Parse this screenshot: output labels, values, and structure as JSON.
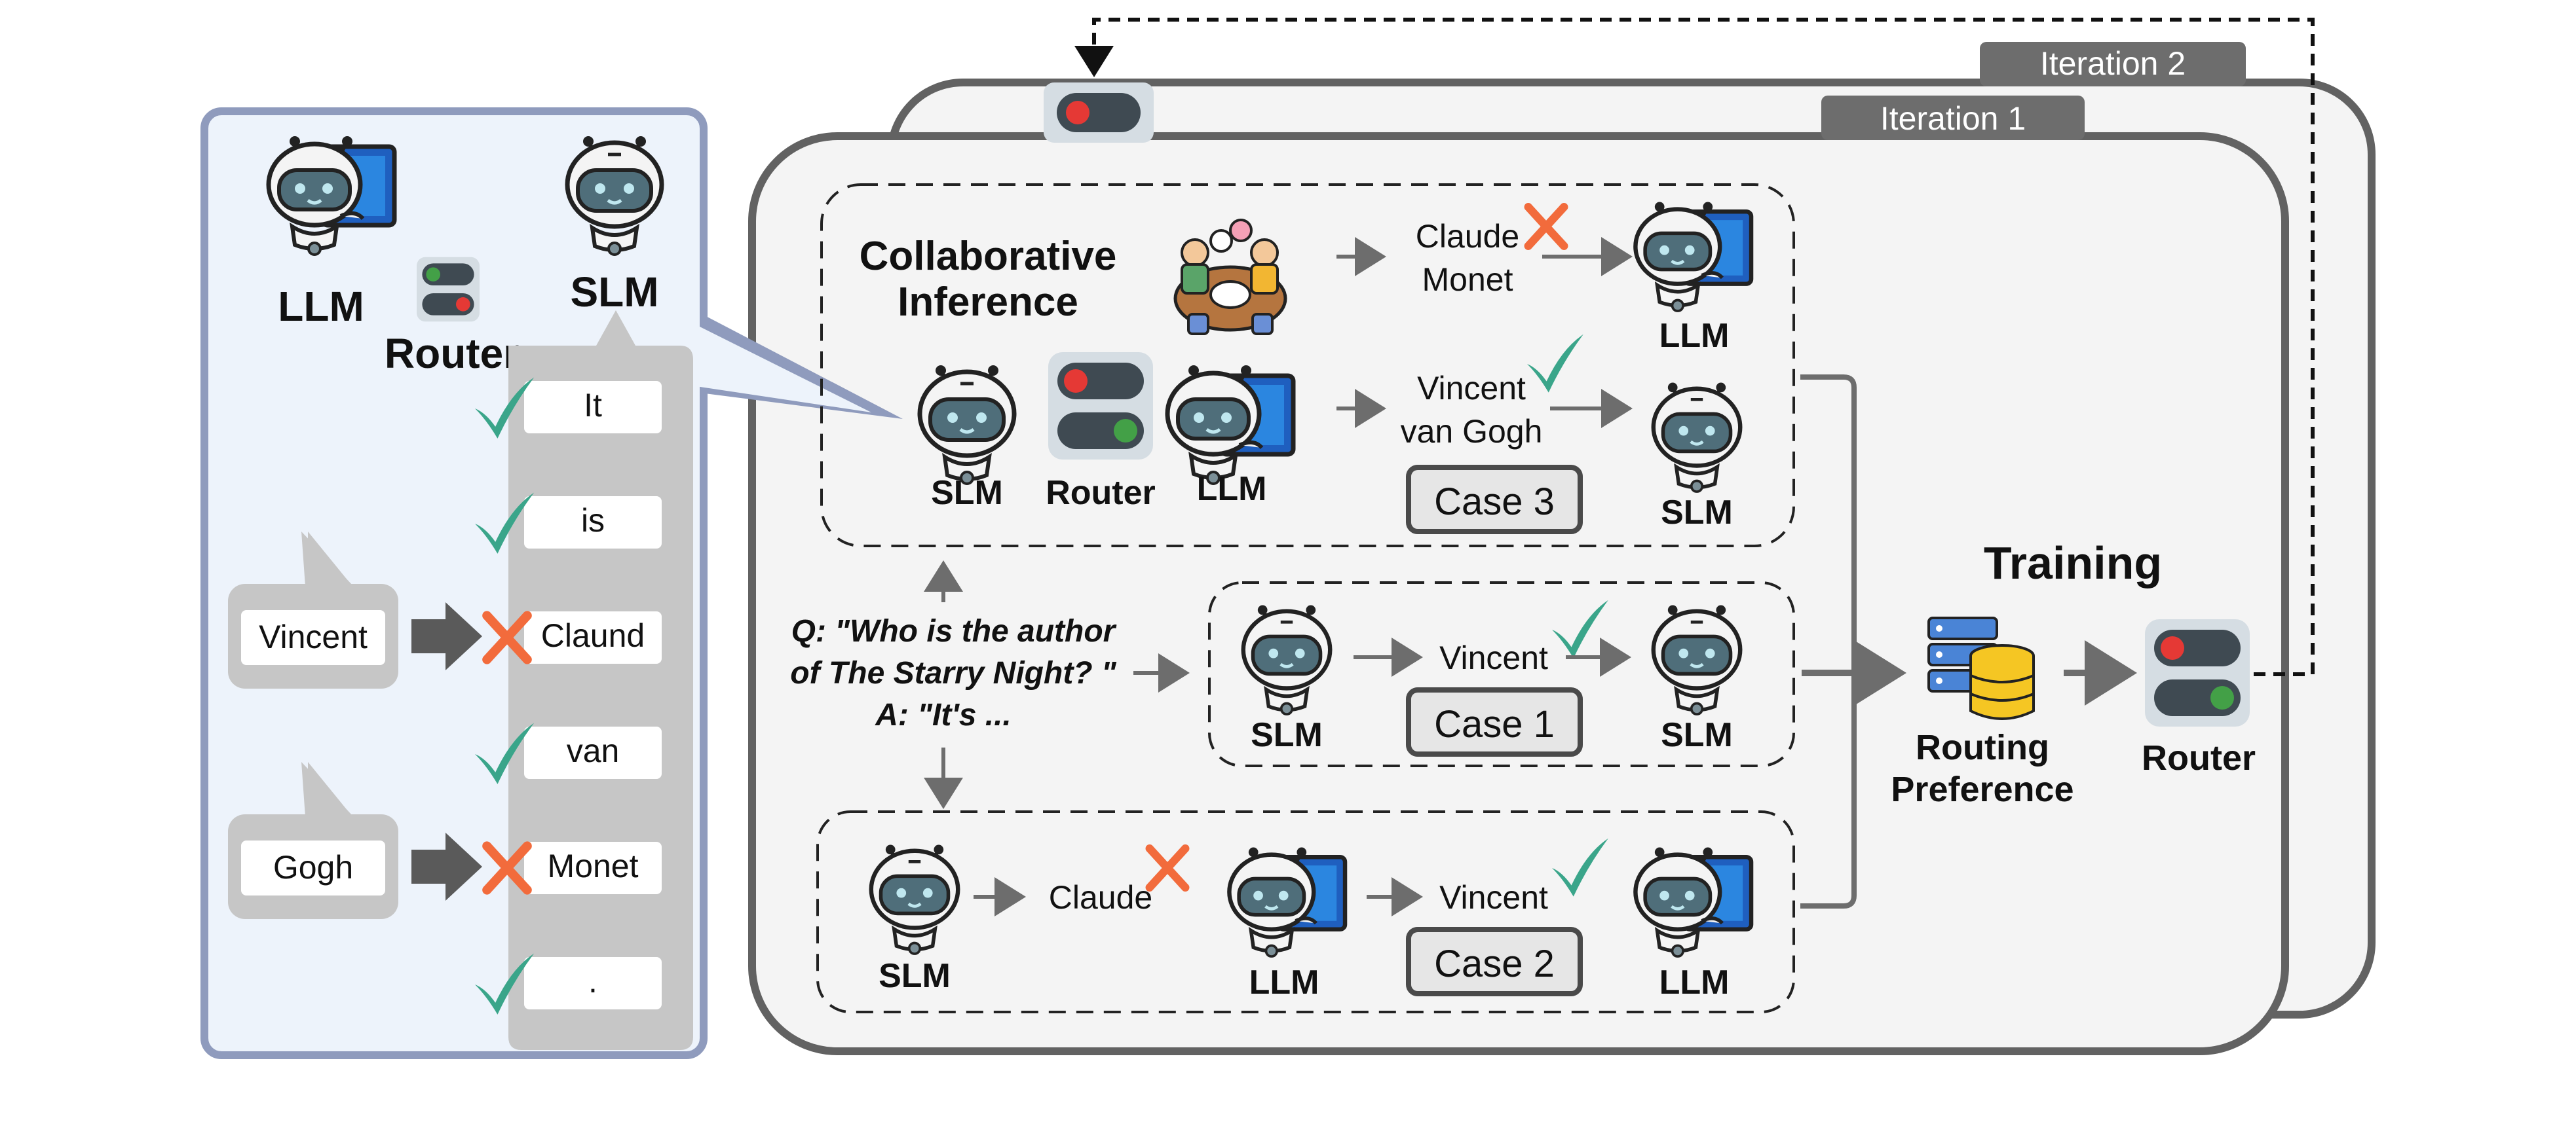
{
  "iterations": {
    "iter2": "Iteration 2",
    "iter1": "Iteration 1"
  },
  "left_panel": {
    "llm_label": "LLM",
    "slm_label": "SLM",
    "router_label": "Router",
    "tokens": [
      "It",
      "is",
      "Claund",
      "van",
      "Monet",
      "."
    ],
    "token_status": [
      "correct",
      "correct",
      "wrong",
      "correct",
      "wrong",
      "correct"
    ],
    "corrections": [
      "Vincent",
      "Gogh"
    ]
  },
  "collab": {
    "title_line1": "Collaborative",
    "title_line2": "Inference",
    "slm_label": "SLM",
    "router_label": "Router",
    "llm_label": "LLM",
    "case3_wrong": "Claude",
    "case3_wrong2": "Monet",
    "case3_right1": "Vincent",
    "case3_right2": "van Gogh",
    "case3_top_model": "LLM",
    "case3_bottom_model": "SLM",
    "case3_label": "Case 3"
  },
  "question": {
    "q_line1": "Q: \"Who is the author",
    "q_line2": "of The Starry Night? \"",
    "a_line": "A: \"It's ..."
  },
  "case1": {
    "left_model": "SLM",
    "word": "Vincent",
    "right_model": "SLM",
    "label": "Case 1"
  },
  "case2": {
    "left_model": "SLM",
    "wrong_word": "Claude",
    "mid_model": "LLM",
    "right_word": "Vincent",
    "right_model": "LLM",
    "label": "Case 2"
  },
  "training": {
    "title": "Training",
    "pref_line1": "Routing",
    "pref_line2": "Preference",
    "router_label": "Router"
  },
  "colors": {
    "check": "#3aa58a",
    "cross": "#f26b3c",
    "panel_bg": "#edf3fb",
    "panel_border": "#8f9bbd",
    "router_red": "#e53935",
    "router_green": "#43a047",
    "robot_face": "#4f6e7a"
  }
}
